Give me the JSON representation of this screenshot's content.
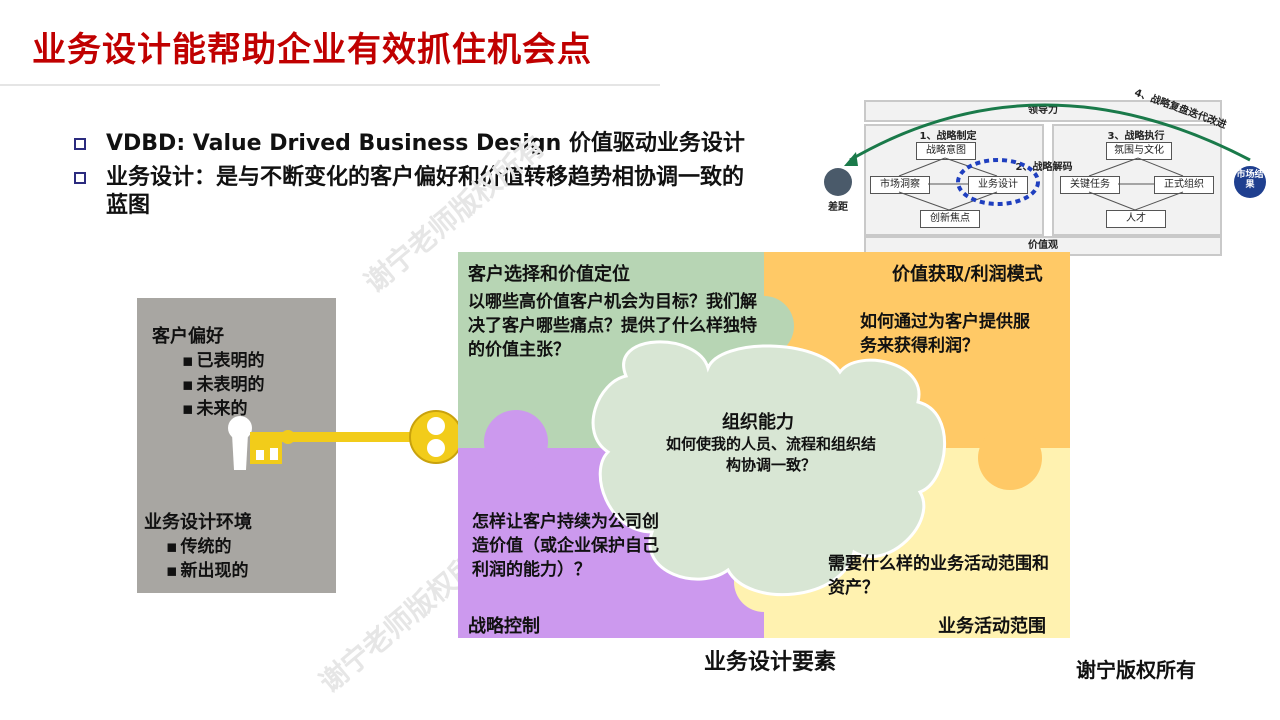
{
  "title": "业务设计能帮助企业有效抓住机会点",
  "colors": {
    "title": "#c00000",
    "bullet_mark": "#2b2b7f",
    "gray_panel": "#a8a6a2",
    "green_piece": "#b7d5b4",
    "orange_piece": "#ffc966",
    "purple_piece": "#cc99ee",
    "yellow_piece": "#fff2b0",
    "center_piece": "#d8e6d4",
    "key": "#f2cc1a",
    "ring": "#1f3fbf"
  },
  "bullets": [
    "VDBD: Value Drived Business Design 价值驱动业务设计",
    "业务设计：是与不断变化的客户偏好和价值转移趋势相协调一致的蓝图"
  ],
  "left_panel": {
    "preference_title": "客户偏好",
    "preference_items": [
      "已表明的",
      "未表明的",
      "未来的"
    ],
    "environment_title": "业务设计环境",
    "environment_items": [
      "传统的",
      "新出现的"
    ]
  },
  "puzzle": {
    "top_left_label": "客户选择和价值定位",
    "top_left_text": "以哪些高价值客户机会为目标？我们解决了客户哪些痛点？提供了什么样独特的价值主张？",
    "top_right_label": "价值获取/利润模式",
    "top_right_text": "如何通过为客户提供服务来获得利润？",
    "center_label": "组织能力",
    "center_text": "如何使我的人员、流程和组织结构协调一致？",
    "bottom_left_text": "怎样让客户持续为公司创造价值（或企业保护自己利润的能力）？",
    "bottom_left_label": "战略控制",
    "bottom_right_text": "需要什么样的业务活动范围和资产？",
    "bottom_right_label": "业务活动范围"
  },
  "footer_label": "业务设计要素",
  "copyright": "谢宁版权所有",
  "watermarks": [
    "谢宁老师版权所有",
    "谢宁老师版权所有"
  ],
  "diagram": {
    "leadership": "领导力",
    "values": "价值观",
    "step1": "1、战略制定",
    "step2": "2、战略解码",
    "step3": "3、战略执行",
    "step4": "4、战略复盘迭代改进",
    "left_circle": "差距",
    "right_circle": "市场结果",
    "nodes": {
      "intent": "战略意图",
      "insight": "市场洞察",
      "design": "业务设计",
      "innovation": "创新焦点",
      "culture": "氛围与文化",
      "tasks": "关键任务",
      "org": "正式组织",
      "talent": "人才"
    }
  }
}
